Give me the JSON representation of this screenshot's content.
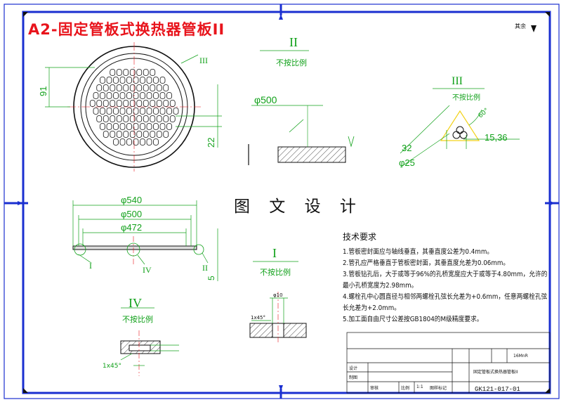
{
  "drawing": {
    "title": "A2-固定管板式换热器管板II",
    "center_caption": "图 文 设 计",
    "corner_note": "其余"
  },
  "views": {
    "view_II_label": "II",
    "view_II_scale": "不按比例",
    "view_III_label": "III",
    "view_III_scale": "不按比例",
    "view_I_label": "I",
    "view_I_scale": "不按比例",
    "view_IV_label": "IV",
    "view_IV_scale": "不按比例"
  },
  "dimensions": {
    "d540": "φ540",
    "d500_top": "φ500",
    "d472": "φ472",
    "d500_detail": "φ500",
    "d25": "φ25",
    "d10": "φ10",
    "dim_91": "91",
    "dim_22": "22",
    "dim_5": "5",
    "dim_32": "32",
    "dim_15_36": "15,36",
    "dim_60": "60°",
    "chamfer_1x45_a": "1x45°",
    "chamfer_1x45_b": "1x45°",
    "leader_I": "I",
    "leader_II": "II",
    "leader_IV": "IV",
    "leader_III": "III"
  },
  "technical_requirements": {
    "heading": "技术要求",
    "items": [
      "1.管板密封面应与轴线垂直，其垂直度公差为0.4mm。",
      "2.管孔应严格垂直于管板密封面，其垂直度允差为0.06mm。",
      "3.管板钻孔后，大于或等于96%的孔桥宽度应大于或等于4.80mm，允许的最小孔桥宽度为2.98mm。",
      "4.螺栓孔中心圆直径与相邻两螺栓孔弦长允差为+0.6mm，任意两螺栓孔弦长允差为+2.0mm。",
      "5.加工面自由尺寸公差按GB1804的M级精度要求。"
    ]
  },
  "title_block": {
    "drawing_no": "GK121-017-01",
    "part_name": "固定管板式换热器管板II",
    "material": "16MnR",
    "labels": [
      "设计",
      "制图",
      "审核",
      "比例",
      "1:1",
      "图样标记"
    ]
  }
}
